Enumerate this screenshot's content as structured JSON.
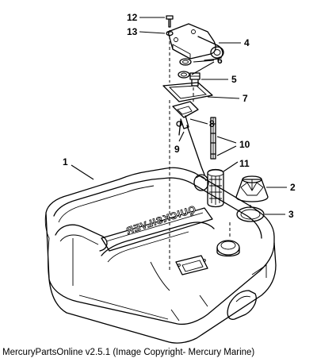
{
  "callouts": [
    {
      "label": "1"
    },
    {
      "label": "2"
    },
    {
      "label": "3"
    },
    {
      "label": "4"
    },
    {
      "label": "5"
    },
    {
      "label": "6"
    },
    {
      "label": "7"
    },
    {
      "label": "8"
    },
    {
      "label": "9"
    },
    {
      "label": "10"
    },
    {
      "label": "11"
    },
    {
      "label": "12"
    },
    {
      "label": "13"
    }
  ],
  "tank_brand": "QUICKSILVER",
  "caption": "MercuryPartsOnline v2.5.1 (Image Copyright- Mercury Marine)"
}
